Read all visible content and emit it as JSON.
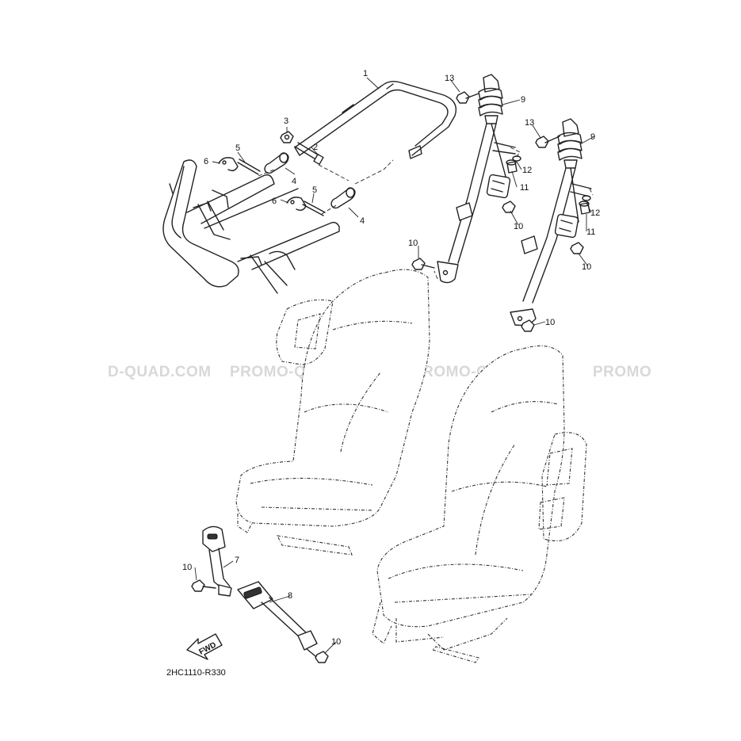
{
  "watermark": {
    "segments": [
      "D-QUAD.COM",
      "PROMO-QUAD.COM",
      "PROMO-QUAD.COM",
      "PROMO"
    ]
  },
  "callouts": {
    "c1": "1",
    "c2": "2",
    "c3": "3",
    "c4a": "4",
    "c4b": "4",
    "c5a": "5",
    "c5b": "5",
    "c6a": "6",
    "c6b": "6",
    "c7": "7",
    "c8": "8",
    "c9a": "9",
    "c9b": "9",
    "c10a": "10",
    "c10b": "10",
    "c10c": "10",
    "c10d": "10",
    "c10e": "10",
    "c10f": "10",
    "c11a": "11",
    "c11b": "11",
    "c12a": "12",
    "c12b": "12",
    "c13a": "13",
    "c13b": "13"
  },
  "fwd_label": "FWD",
  "diagram_code": "2HC1110-R330"
}
